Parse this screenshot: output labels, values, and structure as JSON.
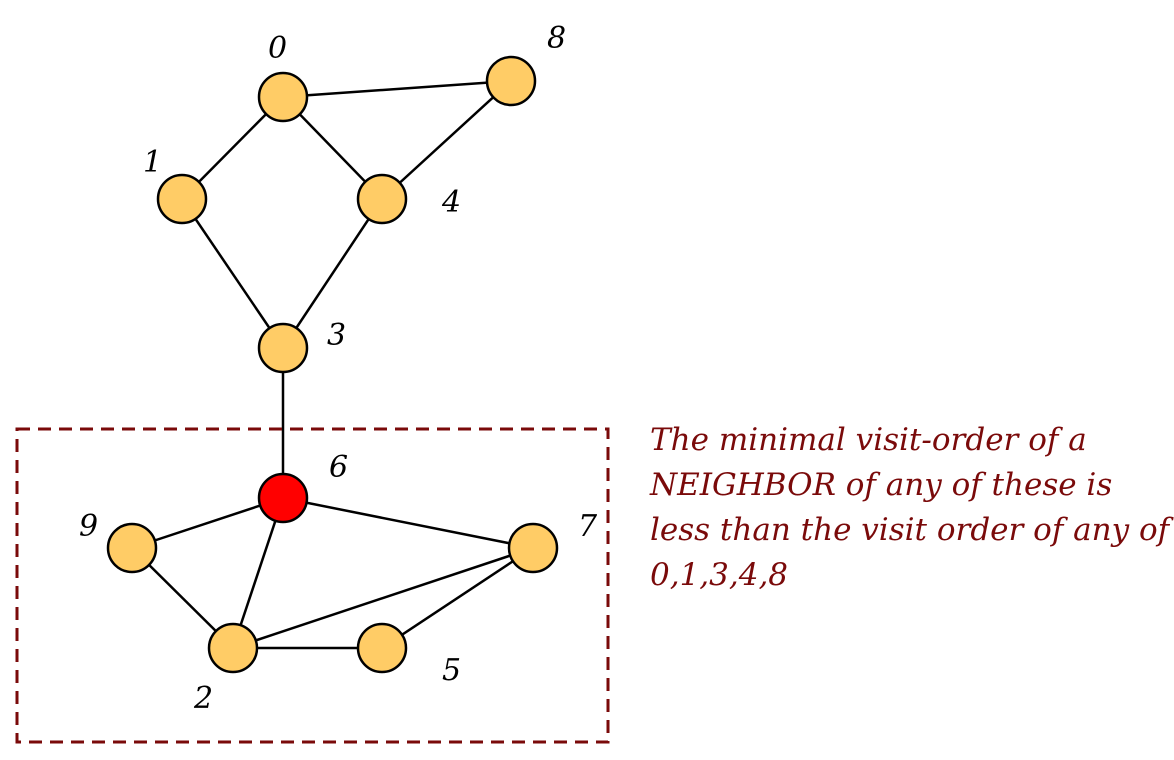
{
  "colors": {
    "node_fill": "#FFCC66",
    "highlight_fill": "#FF0000",
    "edge": "#000000",
    "box_border": "#7A0A0A",
    "note_text": "#7A0A0A"
  },
  "graph": {
    "nodes": [
      {
        "id": "0",
        "label": "0",
        "highlight": false
      },
      {
        "id": "1",
        "label": "1",
        "highlight": false
      },
      {
        "id": "2",
        "label": "2",
        "highlight": false
      },
      {
        "id": "3",
        "label": "3",
        "highlight": false
      },
      {
        "id": "4",
        "label": "4",
        "highlight": false
      },
      {
        "id": "5",
        "label": "5",
        "highlight": false
      },
      {
        "id": "6",
        "label": "6",
        "highlight": true
      },
      {
        "id": "7",
        "label": "7",
        "highlight": false
      },
      {
        "id": "8",
        "label": "8",
        "highlight": false
      },
      {
        "id": "9",
        "label": "9",
        "highlight": false
      }
    ],
    "edges": [
      [
        "0",
        "8"
      ],
      [
        "0",
        "1"
      ],
      [
        "0",
        "4"
      ],
      [
        "8",
        "4"
      ],
      [
        "1",
        "3"
      ],
      [
        "4",
        "3"
      ],
      [
        "3",
        "6"
      ],
      [
        "6",
        "9"
      ],
      [
        "6",
        "7"
      ],
      [
        "6",
        "2"
      ],
      [
        "9",
        "2"
      ],
      [
        "2",
        "7"
      ],
      [
        "2",
        "5"
      ],
      [
        "5",
        "7"
      ]
    ]
  },
  "note": {
    "lines": [
      "The minimal visit-order of a",
      "NEIGHBOR of any of these is",
      "less than the visit order of any of",
      "0,1,3,4,8"
    ]
  }
}
